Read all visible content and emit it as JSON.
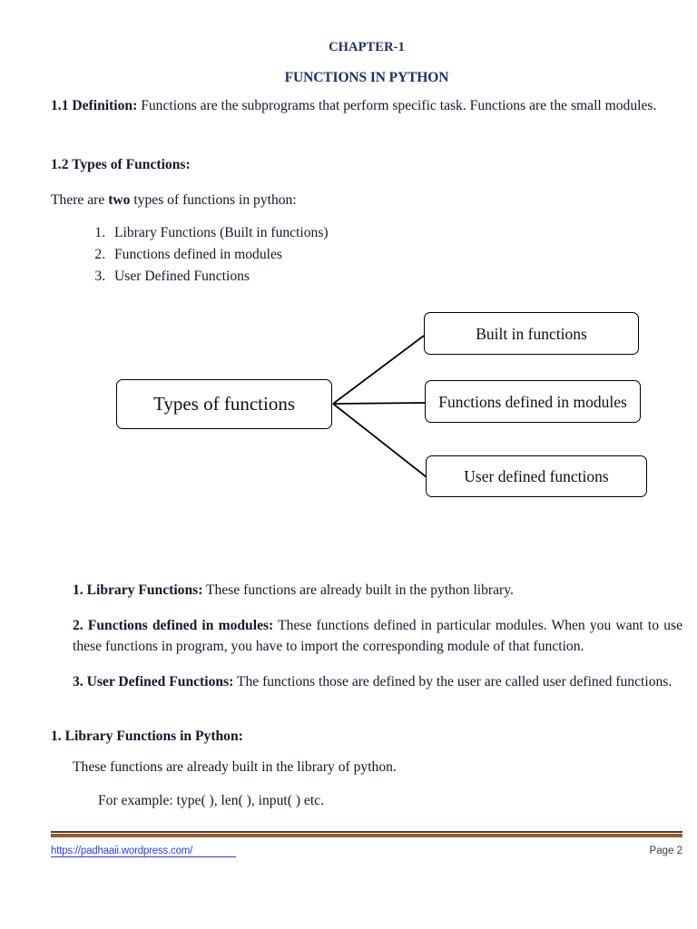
{
  "document": {
    "chapter_title": "CHAPTER-1",
    "doc_title": "FUNCTIONS IN PYTHON",
    "heading_color": "#1f2f63",
    "body_color": "#12182e"
  },
  "sections": {
    "definition": {
      "lead": "1.1 Definition:",
      "text": " Functions are the subprograms that perform specific task. Functions are the small modules."
    },
    "types": {
      "heading": "1.2 Types of Functions:",
      "intro_before": "There are ",
      "intro_bold": "two",
      "intro_after": " types of functions in python:",
      "items": [
        "Library Functions (Built in functions)",
        "Functions defined in modules",
        "User Defined Functions"
      ]
    },
    "library_functions": {
      "lead": "1. Library Functions:",
      "text": " These functions are already built in the python library."
    },
    "module_functions": {
      "lead": "2. Functions defined in modules:",
      "text": " These functions defined in particular modules. When you want to use these functions in program, you have to import the corresponding module of that function."
    },
    "user_defined_functions": {
      "lead": "3. User Defined Functions:",
      "text": " The functions those are defined by the user are called user defined functions."
    },
    "library_in_python": {
      "heading": "1. Library Functions in Python:",
      "line1": "These functions are already built in the library of python.",
      "line2": "For example: type( ), len( ), input( ) etc."
    }
  },
  "diagram": {
    "root_label": "Types of functions",
    "branches": [
      "Built in functions",
      "Functions defined in modules",
      "User defined functions"
    ],
    "border_color": "#000000"
  },
  "footer": {
    "link_text": "https://padhaaii.wordpress.com/",
    "page_label": "Page 2",
    "rule_color_thin": "#5b3a1e",
    "rule_color_thick": "#9a5a28",
    "link_color": "#2b3fd4"
  }
}
